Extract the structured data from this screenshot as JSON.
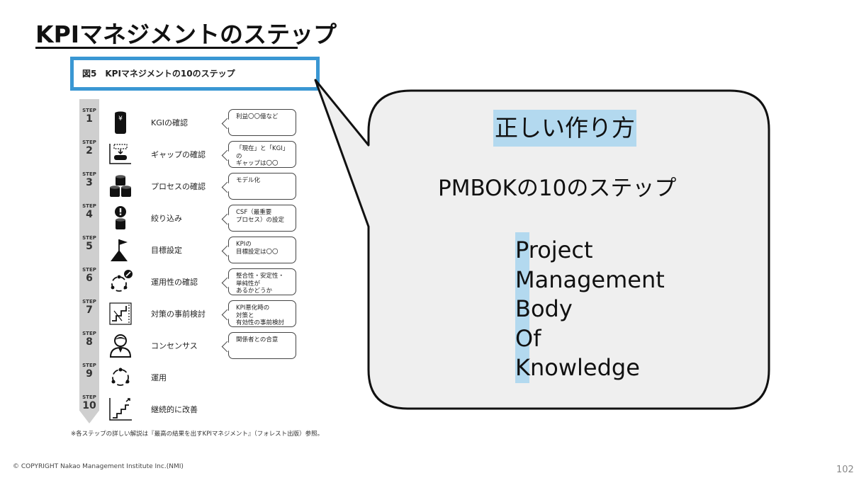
{
  "slide": {
    "title": "KPIマネジメントのステップ"
  },
  "figure": {
    "caption": "図5　KPIマネジメントの10のステップ",
    "step_word": "STEP",
    "steps": [
      {
        "num": "1",
        "label": "KGIの確認",
        "note": "利益〇〇億など",
        "icon": "money-bag-icon"
      },
      {
        "num": "2",
        "label": "ギャップの確認",
        "note": "「現在」と「KGI」の\nギャップは〇〇",
        "icon": "gap-chart-icon"
      },
      {
        "num": "3",
        "label": "プロセスの確認",
        "note": "モデル化",
        "icon": "process-cylinders-icon"
      },
      {
        "num": "4",
        "label": "絞り込み",
        "note": "CSF（最重要\nプロセス）の設定",
        "icon": "alert-cylinder-icon"
      },
      {
        "num": "5",
        "label": "目標設定",
        "note": "KPIの\n目標設定は〇〇",
        "icon": "flag-icon"
      },
      {
        "num": "6",
        "label": "運用性の確認",
        "note": "整合性・安定性・\n単純性が\nあるかどうか",
        "icon": "cycle-check-icon"
      },
      {
        "num": "7",
        "label": "対策の事前検討",
        "note": "KPI悪化時の\n対策と\n有効性の事前検討",
        "icon": "countermeasure-stairs-icon"
      },
      {
        "num": "8",
        "label": "コンセンサス",
        "note": "関係者との合意",
        "icon": "person-icon"
      },
      {
        "num": "9",
        "label": "運用",
        "note": "",
        "icon": "cycle-icon"
      },
      {
        "num": "10",
        "label": "継続的に改善",
        "note": "",
        "icon": "rising-stairs-icon"
      }
    ],
    "footnote": "※各ステップの詳しい解説は『最高の結果を出すKPIマネジメント』（フォレスト出版）参照。"
  },
  "bubble": {
    "heading": "正しい作り方",
    "subheading": "PMBOKの10のステップ",
    "acronym": [
      "Project",
      "Management",
      "Body",
      "Of",
      "Knowledge"
    ],
    "highlight_color": "#b3d9ef"
  },
  "footer": {
    "copyright": "© COPYRIGHT Nakao Management Institute Inc.(NMI)",
    "page_number": "102"
  },
  "colors": {
    "accent_blue": "#3a97d3",
    "bubble_fill": "#efefef",
    "step_arrow": "#cfcfcf"
  }
}
